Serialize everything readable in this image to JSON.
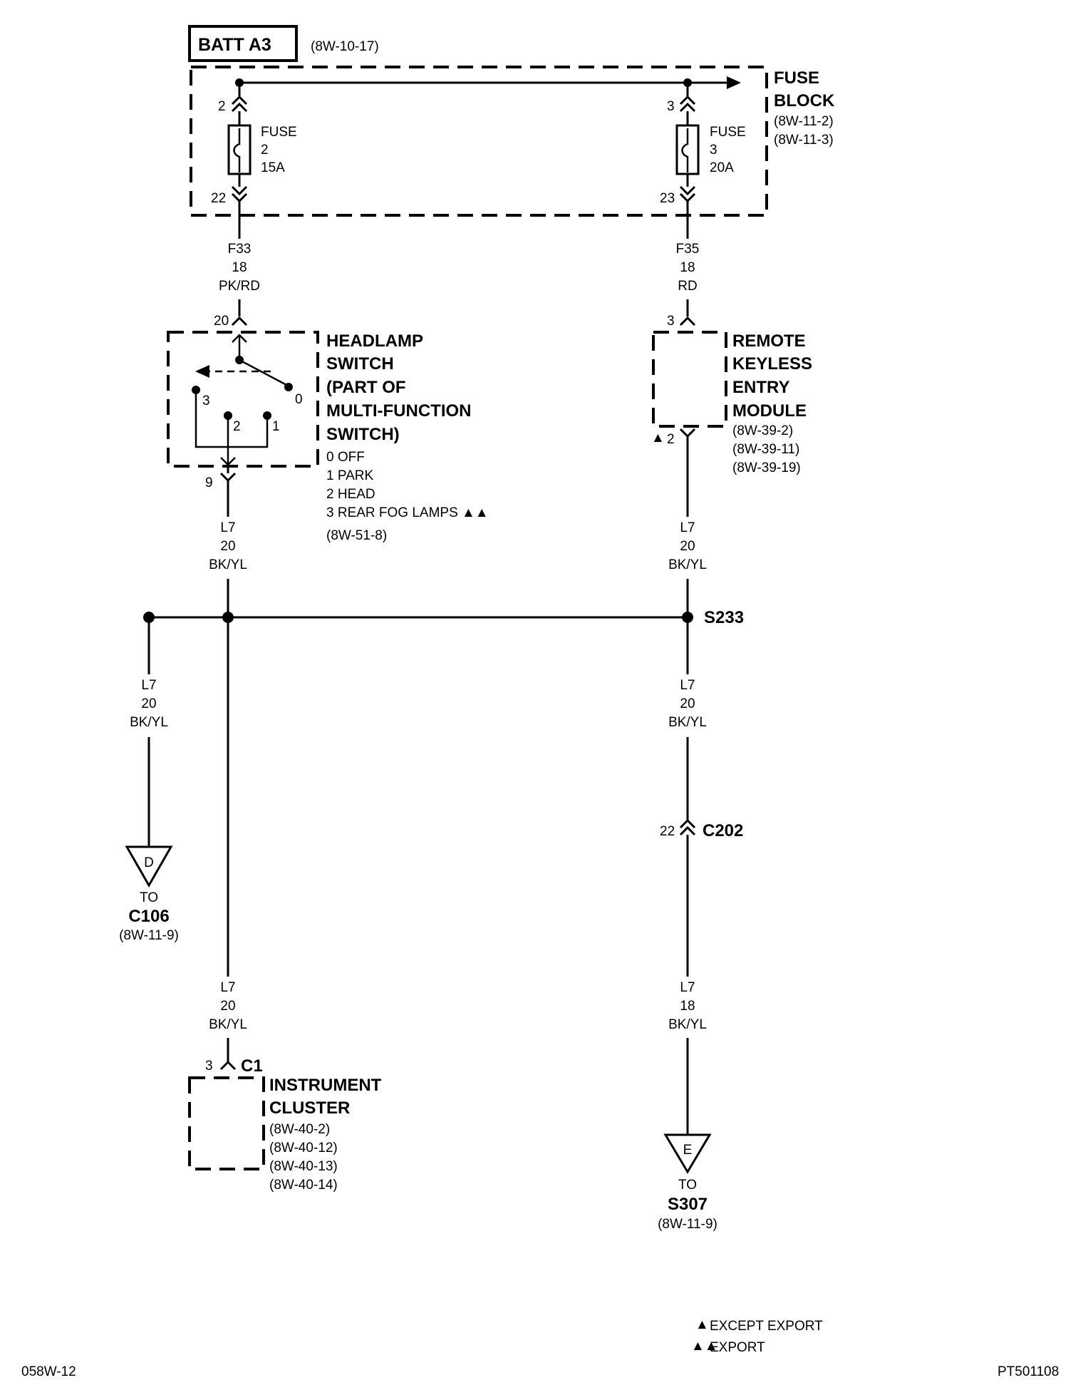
{
  "battery_box": {
    "label": "BATT A3",
    "ref": "(8W-10-17)"
  },
  "fuse_block": {
    "title_line1": "FUSE",
    "title_line2": "BLOCK",
    "refs": [
      "(8W-11-2)",
      "(8W-11-3)"
    ],
    "fuse2": {
      "in_pin": "2",
      "out_pin": "22",
      "line1": "FUSE",
      "line2": "2",
      "line3": "15A"
    },
    "fuse3": {
      "in_pin": "3",
      "out_pin": "23",
      "line1": "FUSE",
      "line2": "3",
      "line3": "20A"
    }
  },
  "wires": {
    "f33": [
      "F33",
      "18",
      "PK/RD"
    ],
    "f35": [
      "F35",
      "18",
      "RD"
    ],
    "l7_headlamp": [
      "L7",
      "20",
      "BK/YL"
    ],
    "l7_rke": [
      "L7",
      "20",
      "BK/YL"
    ],
    "l7_left": [
      "L7",
      "20",
      "BK/YL"
    ],
    "l7_s233_down": [
      "L7",
      "20",
      "BK/YL"
    ],
    "l7_cluster": [
      "L7",
      "20",
      "BK/YL"
    ],
    "l7_s307": [
      "L7",
      "18",
      "BK/YL"
    ]
  },
  "headlamp_switch": {
    "in_pin": "20",
    "out_pin": "9",
    "title": [
      "HEADLAMP",
      "SWITCH",
      "(PART OF",
      "MULTI-FUNCTION",
      "SWITCH)"
    ],
    "positions": [
      "0 OFF",
      "1 PARK",
      "2 HEAD",
      "3 REAR FOG LAMPS"
    ],
    "position_marker": "▲▲",
    "ref": "(8W-51-8)",
    "contact_labels": [
      "3",
      "2",
      "1",
      "0"
    ]
  },
  "rke_module": {
    "in_pin": "3",
    "out_pin": "2",
    "out_pin_marker": "▲",
    "title": [
      "REMOTE",
      "KEYLESS",
      "ENTRY",
      "MODULE"
    ],
    "refs": [
      "(8W-39-2)",
      "(8W-39-11)",
      "(8W-39-19)"
    ]
  },
  "splice": {
    "label": "S233"
  },
  "connector_c202": {
    "pin": "22",
    "label": "C202"
  },
  "offpage_d": {
    "letter": "D",
    "to": "TO",
    "dest": "C106",
    "ref": "(8W-11-9)"
  },
  "offpage_e": {
    "letter": "E",
    "to": "TO",
    "dest": "S307",
    "ref": "(8W-11-9)"
  },
  "instrument_cluster": {
    "pin": "3",
    "connector": "C1",
    "title": [
      "INSTRUMENT",
      "CLUSTER"
    ],
    "refs": [
      "(8W-40-2)",
      "(8W-40-12)",
      "(8W-40-13)",
      "(8W-40-14)"
    ]
  },
  "legend": {
    "single_marker": "▲",
    "single_text": "EXCEPT EXPORT",
    "double_marker": "▲▲",
    "double_text": "EXPORT"
  },
  "footer": {
    "left": "058W-12",
    "right": "PT501108"
  }
}
